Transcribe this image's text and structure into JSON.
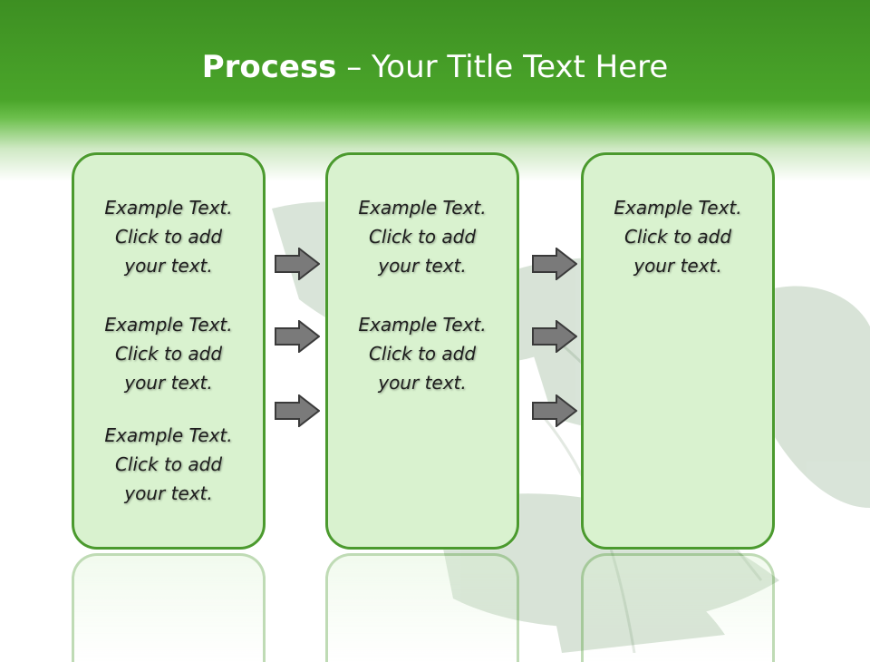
{
  "title": {
    "bold": "Process",
    "rest": " – Your Title Text Here"
  },
  "colors": {
    "header_green": "#4aa52a",
    "box_fill": "#d9f2cf",
    "box_border": "#4b9a2e",
    "arrow_fill": "#7a7a7a"
  },
  "columns": [
    {
      "paragraphs": [
        "Example Text.\nClick  to add\nyour text.",
        "Example Text.\nClick  to add\nyour text.",
        "Example Text.\nClick  to add\nyour text."
      ]
    },
    {
      "paragraphs": [
        "Example Text.\nClick  to add\nyour text.",
        "Example Text.\nClick  to add\nyour text."
      ]
    },
    {
      "paragraphs": [
        "Example Text.\nClick  to add\nyour text."
      ]
    }
  ],
  "arrows": {
    "count_per_gap": 3,
    "icon": "right-arrow-icon"
  }
}
